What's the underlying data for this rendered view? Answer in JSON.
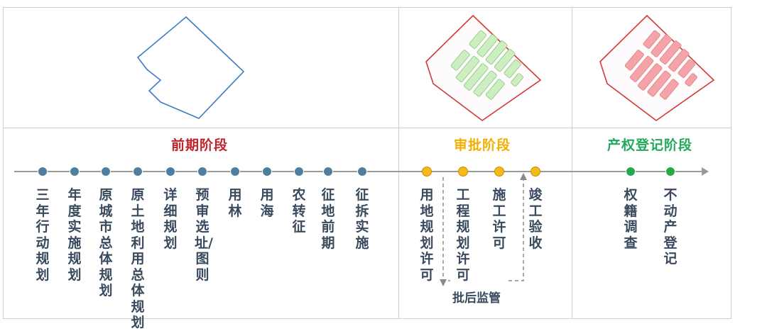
{
  "phases": {
    "early": {
      "label": "前期阶段",
      "color": "#c0242b"
    },
    "approval": {
      "label": "审批阶段",
      "color": "#f1b000"
    },
    "property": {
      "label": "产权登记阶段",
      "color": "#22a95b"
    }
  },
  "steps": {
    "early": [
      "三年行动规划",
      "年度实施规划",
      "原城市总体规划",
      "原土地利用总体规划",
      "详细规划",
      "预审选址/图则",
      "用林",
      "用海",
      "农转征",
      "征地前期",
      "征拆实施"
    ],
    "approval": [
      "用地规划许可",
      "工程规划许可",
      "施工许可",
      "竣工验收"
    ],
    "property": [
      "权籍调查",
      "不动产登记"
    ]
  },
  "supervision_label": "批后监管",
  "colors": {
    "early_dot": "#4f7fa0",
    "approval_dot": "#f6b81b",
    "property_dot": "#27a84b",
    "outline_blue": "#3b7cc4",
    "parcel_red": "#d23a3a",
    "green_fill": "#cdeec0",
    "pink_fill": "#f4a3a8"
  }
}
